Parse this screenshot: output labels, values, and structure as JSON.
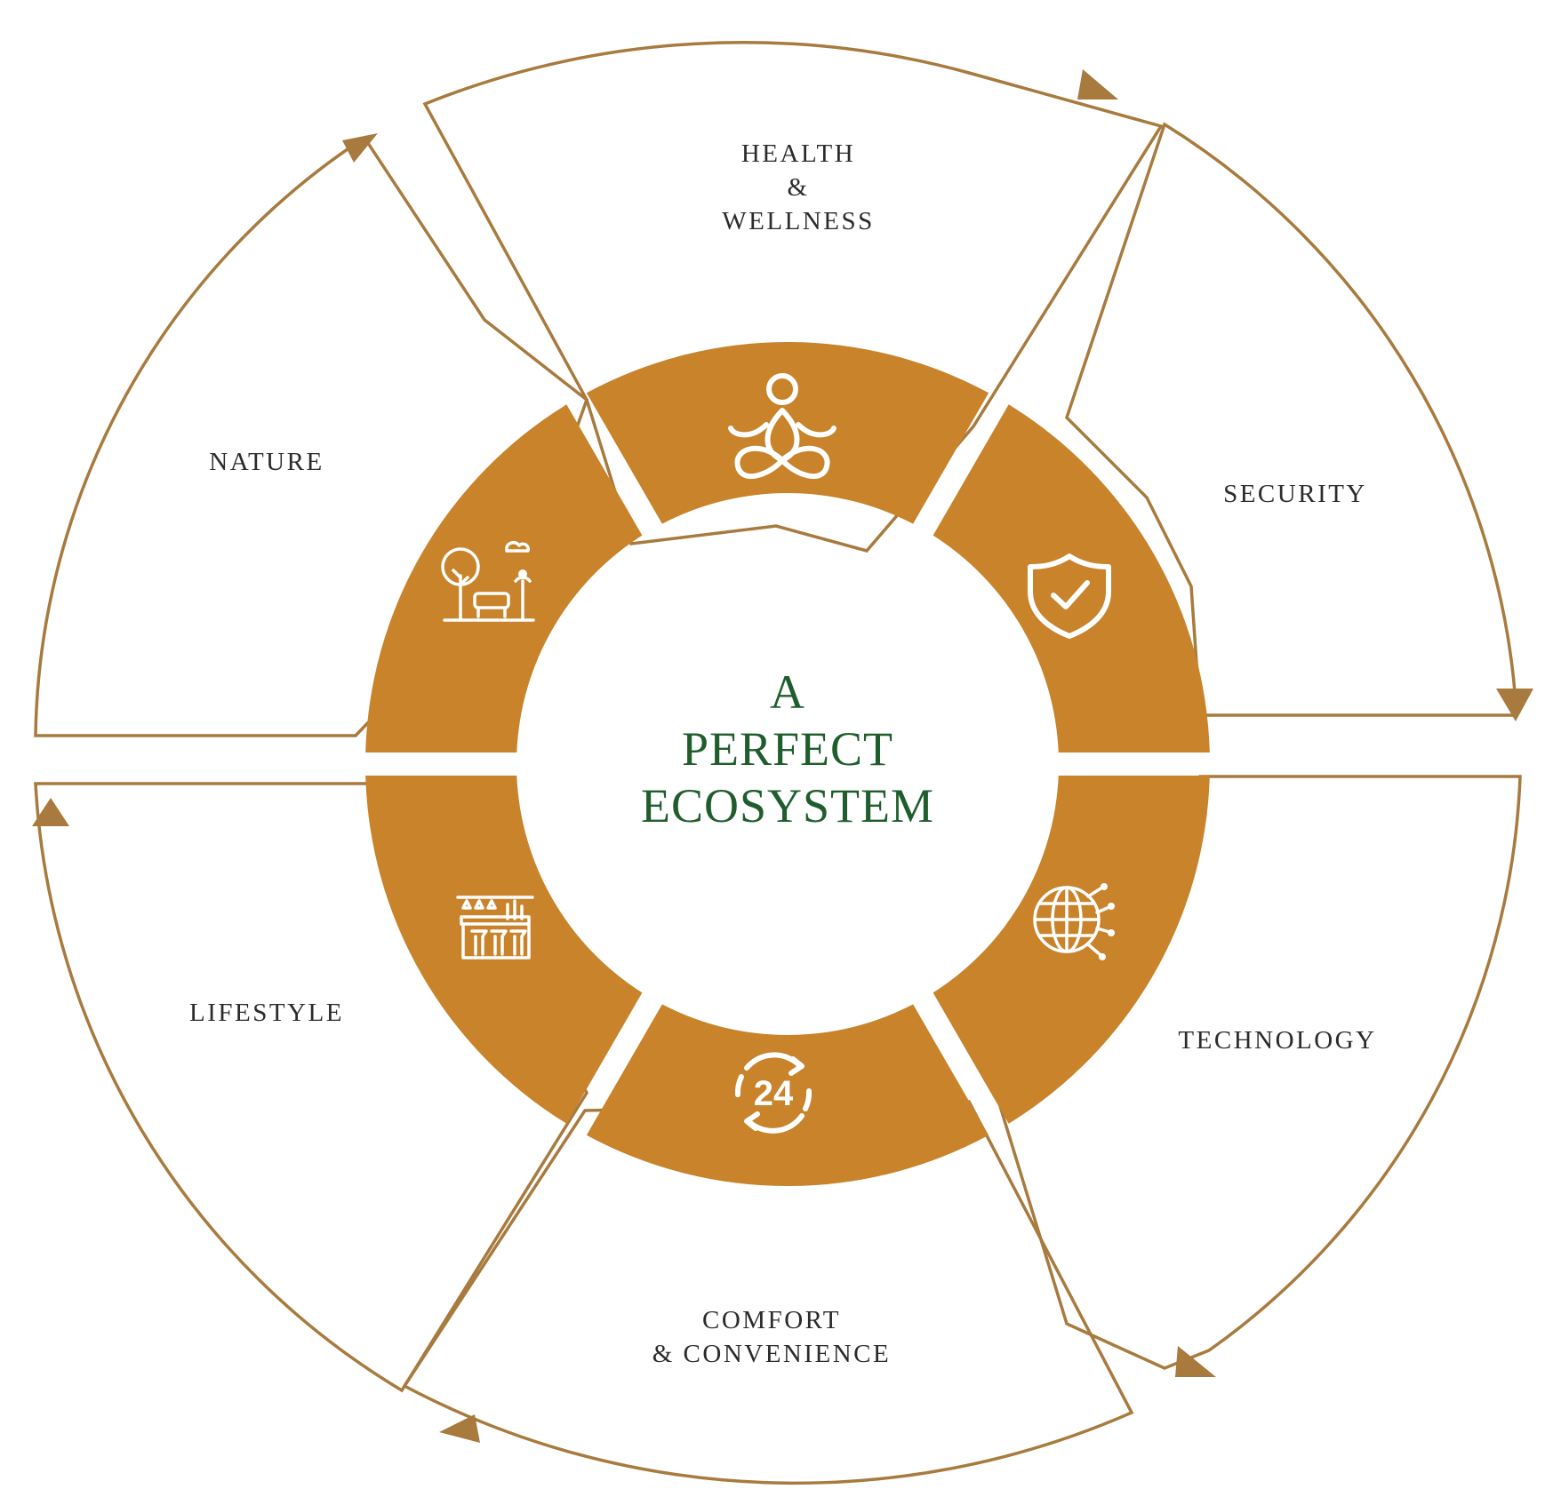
{
  "diagram": {
    "center": {
      "lines": [
        "A",
        "PERFECT",
        "ECOSYSTEM"
      ]
    },
    "segments": [
      {
        "id": "health",
        "label_lines": [
          "HEALTH",
          "&",
          "WELLNESS"
        ],
        "icon": "meditation-icon"
      },
      {
        "id": "security",
        "label_lines": [
          "SECURITY"
        ],
        "icon": "shield-check-icon"
      },
      {
        "id": "technology",
        "label_lines": [
          "TECHNOLOGY"
        ],
        "icon": "globe-network-icon"
      },
      {
        "id": "comfort",
        "label_lines": [
          "COMFORT",
          "& CONVENIENCE"
        ],
        "icon": "24-hours-icon"
      },
      {
        "id": "lifestyle",
        "label_lines": [
          "LIFESTYLE"
        ],
        "icon": "bar-counter-icon"
      },
      {
        "id": "nature",
        "label_lines": [
          "NATURE"
        ],
        "icon": "park-bench-icon"
      }
    ]
  },
  "colors": {
    "ring": "#c8832b",
    "outline": "#a87a3e",
    "title": "#1f5e2c",
    "text": "#2b2b2b",
    "icon": "#ffffff"
  }
}
